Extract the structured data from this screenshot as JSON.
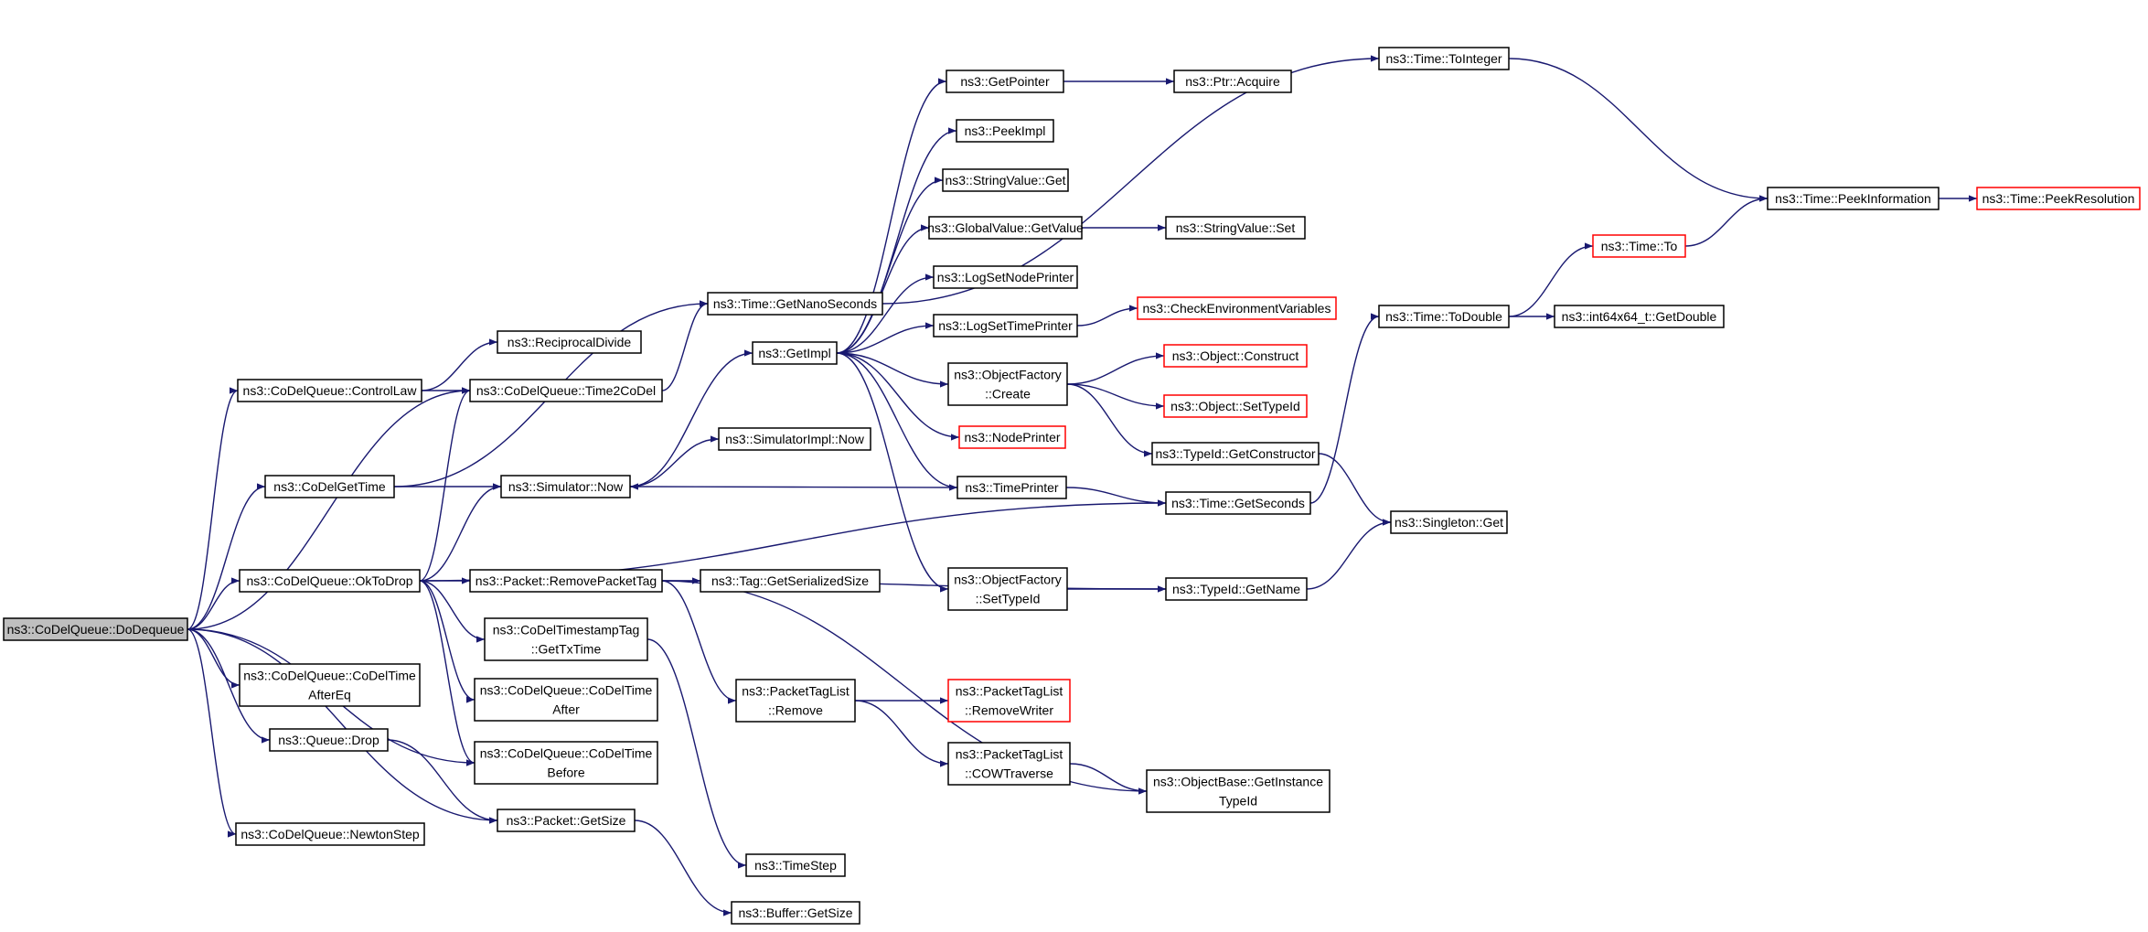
{
  "colors": {
    "node_border": "#000000",
    "node_border_incomplete": "#ff0000",
    "root_fill": "#bfbfbf",
    "node_fill": "#ffffff",
    "edge": "#191970"
  },
  "nodes": [
    {
      "id": "dodequeue",
      "lines": [
        "ns3::CoDelQueue::DoDequeue"
      ],
      "root": true
    },
    {
      "id": "controllaw",
      "lines": [
        "ns3::CoDelQueue::ControlLaw"
      ]
    },
    {
      "id": "reciprocal",
      "lines": [
        "ns3::ReciprocalDivide"
      ]
    },
    {
      "id": "time2codel",
      "lines": [
        "ns3::CoDelQueue::Time2CoDel"
      ]
    },
    {
      "id": "codelgettime",
      "lines": [
        "ns3::CoDelGetTime"
      ]
    },
    {
      "id": "simnow",
      "lines": [
        "ns3::Simulator::Now"
      ]
    },
    {
      "id": "okdrop",
      "lines": [
        "ns3::CoDelQueue::OkToDrop"
      ]
    },
    {
      "id": "removepkttag",
      "lines": [
        "ns3::Packet::RemovePacketTag"
      ]
    },
    {
      "id": "tagsize",
      "lines": [
        "ns3::Tag::GetSerializedSize"
      ]
    },
    {
      "id": "timestamptag",
      "lines": [
        "ns3::CoDelTimestampTag",
        "::GetTxTime"
      ]
    },
    {
      "id": "aftereq",
      "lines": [
        "ns3::CoDelQueue::CoDelTime",
        "AfterEq"
      ]
    },
    {
      "id": "after",
      "lines": [
        "ns3::CoDelQueue::CoDelTime",
        "After"
      ]
    },
    {
      "id": "before",
      "lines": [
        "ns3::CoDelQueue::CoDelTime",
        "Before"
      ]
    },
    {
      "id": "qdrop",
      "lines": [
        "ns3::Queue::Drop"
      ]
    },
    {
      "id": "pktsize",
      "lines": [
        "ns3::Packet::GetSize"
      ]
    },
    {
      "id": "newton",
      "lines": [
        "ns3::CoDelQueue::NewtonStep"
      ]
    },
    {
      "id": "timestep",
      "lines": [
        "ns3::TimeStep"
      ]
    },
    {
      "id": "bufsize",
      "lines": [
        "ns3::Buffer::GetSize"
      ]
    },
    {
      "id": "getnano",
      "lines": [
        "ns3::Time::GetNanoSeconds"
      ]
    },
    {
      "id": "getimpl",
      "lines": [
        "ns3::GetImpl"
      ]
    },
    {
      "id": "simimplnow",
      "lines": [
        "ns3::SimulatorImpl::Now"
      ]
    },
    {
      "id": "getpointer",
      "lines": [
        "ns3::GetPointer"
      ]
    },
    {
      "id": "ptracquire",
      "lines": [
        "ns3::Ptr::Acquire"
      ]
    },
    {
      "id": "peekimpl",
      "lines": [
        "ns3::PeekImpl"
      ]
    },
    {
      "id": "strvalget",
      "lines": [
        "ns3::StringValue::Get"
      ]
    },
    {
      "id": "gvgetvalue",
      "lines": [
        "ns3::GlobalValue::GetValue"
      ]
    },
    {
      "id": "strvalset",
      "lines": [
        "ns3::StringValue::Set"
      ]
    },
    {
      "id": "lognodeprinter",
      "lines": [
        "ns3::LogSetNodePrinter"
      ]
    },
    {
      "id": "logtimeprinter",
      "lines": [
        "ns3::LogSetTimePrinter"
      ]
    },
    {
      "id": "checkenv",
      "lines": [
        "ns3::CheckEnvironmentVariables"
      ],
      "incomplete": true
    },
    {
      "id": "ofcreate",
      "lines": [
        "ns3::ObjectFactory",
        "::Create"
      ]
    },
    {
      "id": "objconstruct",
      "lines": [
        "ns3::Object::Construct"
      ],
      "incomplete": true
    },
    {
      "id": "objsettypeid",
      "lines": [
        "ns3::Object::SetTypeId"
      ],
      "incomplete": true
    },
    {
      "id": "typeidgetctor",
      "lines": [
        "ns3::TypeId::GetConstructor"
      ]
    },
    {
      "id": "nodeprinter",
      "lines": [
        "ns3::NodePrinter"
      ],
      "incomplete": true
    },
    {
      "id": "timeprinter",
      "lines": [
        "ns3::TimePrinter"
      ]
    },
    {
      "id": "getseconds",
      "lines": [
        "ns3::Time::GetSeconds"
      ]
    },
    {
      "id": "ofsettypeid",
      "lines": [
        "ns3::ObjectFactory",
        "::SetTypeId"
      ]
    },
    {
      "id": "typeidgetname",
      "lines": [
        "ns3::TypeId::GetName"
      ]
    },
    {
      "id": "ptlremove",
      "lines": [
        "ns3::PacketTagList",
        "::Remove"
      ]
    },
    {
      "id": "ptlremovewriter",
      "lines": [
        "ns3::PacketTagList",
        "::RemoveWriter"
      ],
      "incomplete": true
    },
    {
      "id": "ptlcow",
      "lines": [
        "ns3::PacketTagList",
        "::COWTraverse"
      ]
    },
    {
      "id": "objbasetypeid",
      "lines": [
        "ns3::ObjectBase::GetInstance",
        "TypeId"
      ]
    },
    {
      "id": "toint",
      "lines": [
        "ns3::Time::ToInteger"
      ]
    },
    {
      "id": "peekinfo",
      "lines": [
        "ns3::Time::PeekInformation"
      ]
    },
    {
      "id": "peekres",
      "lines": [
        "ns3::Time::PeekResolution"
      ],
      "incomplete": true
    },
    {
      "id": "timeto",
      "lines": [
        "ns3::Time::To"
      ],
      "incomplete": true
    },
    {
      "id": "todouble",
      "lines": [
        "ns3::Time::ToDouble"
      ]
    },
    {
      "id": "int64double",
      "lines": [
        "ns3::int64x64_t::GetDouble"
      ]
    },
    {
      "id": "singleton",
      "lines": [
        "ns3::Singleton::Get"
      ]
    }
  ],
  "edges": [
    [
      "dodequeue",
      "controllaw"
    ],
    [
      "dodequeue",
      "time2codel"
    ],
    [
      "dodequeue",
      "codelgettime"
    ],
    [
      "dodequeue",
      "okdrop"
    ],
    [
      "dodequeue",
      "aftereq"
    ],
    [
      "dodequeue",
      "before"
    ],
    [
      "dodequeue",
      "qdrop"
    ],
    [
      "dodequeue",
      "pktsize"
    ],
    [
      "dodequeue",
      "newton"
    ],
    [
      "controllaw",
      "reciprocal"
    ],
    [
      "controllaw",
      "time2codel"
    ],
    [
      "time2codel",
      "getnano"
    ],
    [
      "codelgettime",
      "simnow"
    ],
    [
      "codelgettime",
      "getnano"
    ],
    [
      "okdrop",
      "time2codel"
    ],
    [
      "okdrop",
      "simnow"
    ],
    [
      "okdrop",
      "removepkttag"
    ],
    [
      "okdrop",
      "timestamptag"
    ],
    [
      "okdrop",
      "after"
    ],
    [
      "okdrop",
      "before"
    ],
    [
      "okdrop",
      "getseconds"
    ],
    [
      "removepkttag",
      "tagsize"
    ],
    [
      "removepkttag",
      "ptlremove"
    ],
    [
      "removepkttag",
      "typeidgetname"
    ],
    [
      "removepkttag",
      "objbasetypeid"
    ],
    [
      "timestamptag",
      "timestep"
    ],
    [
      "qdrop",
      "pktsize"
    ],
    [
      "pktsize",
      "bufsize"
    ],
    [
      "simnow",
      "getimpl"
    ],
    [
      "simnow",
      "simimplnow"
    ],
    [
      "getnano",
      "toint"
    ],
    [
      "getimpl",
      "getpointer"
    ],
    [
      "getimpl",
      "peekimpl"
    ],
    [
      "getimpl",
      "strvalget"
    ],
    [
      "getimpl",
      "gvgetvalue"
    ],
    [
      "getimpl",
      "lognodeprinter"
    ],
    [
      "getimpl",
      "logtimeprinter"
    ],
    [
      "getimpl",
      "ofcreate"
    ],
    [
      "getimpl",
      "nodeprinter"
    ],
    [
      "getimpl",
      "timeprinter"
    ],
    [
      "getimpl",
      "ofsettypeid"
    ],
    [
      "getpointer",
      "ptracquire"
    ],
    [
      "gvgetvalue",
      "strvalset"
    ],
    [
      "logtimeprinter",
      "checkenv"
    ],
    [
      "ofcreate",
      "objconstruct"
    ],
    [
      "ofcreate",
      "objsettypeid"
    ],
    [
      "ofcreate",
      "typeidgetctor"
    ],
    [
      "typeidgetctor",
      "singleton"
    ],
    [
      "timeprinter",
      "simnow"
    ],
    [
      "timeprinter",
      "getseconds"
    ],
    [
      "getseconds",
      "todouble"
    ],
    [
      "ofsettypeid",
      "typeidgetname"
    ],
    [
      "typeidgetname",
      "singleton"
    ],
    [
      "ptlremove",
      "ptlremovewriter"
    ],
    [
      "ptlremove",
      "ptlcow"
    ],
    [
      "ptlcow",
      "objbasetypeid"
    ],
    [
      "toint",
      "peekinfo"
    ],
    [
      "peekinfo",
      "peekres"
    ],
    [
      "timeto",
      "peekinfo"
    ],
    [
      "todouble",
      "timeto"
    ],
    [
      "todouble",
      "int64double"
    ]
  ]
}
